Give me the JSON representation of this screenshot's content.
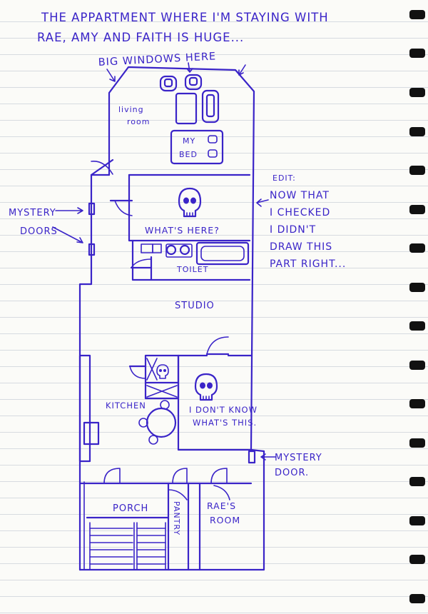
{
  "header": {
    "line1": "THE APPARTMENT WHERE I'M STAYING WITH",
    "line2": "RAE, AMY AND FAITH IS HUGE..."
  },
  "annotations": {
    "windows": "BIG WINDOWS HERE",
    "mystery_doors_1": "MYSTERY",
    "mystery_doors_2": "DOORS",
    "edit_1": "EDIT:",
    "edit_2": "NOW THAT",
    "edit_3": "I CHECKED",
    "edit_4": "I DIDN'T",
    "edit_5": "DRAW THIS",
    "edit_6": "PART RIGHT...",
    "mystery_door_1": "MYSTERY",
    "mystery_door_2": "DOOR."
  },
  "rooms": {
    "living_1": "living",
    "living_2": "room",
    "bed_1": "MY",
    "bed_2": "BED",
    "whats_here": "WHAT'S HERE?",
    "toilet": "TOILET",
    "studio": "STUDIO",
    "kitchen": "KITCHEN",
    "dont_know_1": "I DON'T KNOW",
    "dont_know_2": "WHAT'S THIS.",
    "porch": "PORCH",
    "pantry": "PANTRY",
    "raes_1": "RAE'S",
    "raes_2": "ROOM"
  },
  "colors": {
    "ink": "#3a24c8",
    "paper": "#fbfbf8",
    "rule": "#d7dbe0",
    "binding": "#111111"
  },
  "icons": [
    "skull-icon",
    "arrow-icon",
    "door-swing-icon",
    "armchair-icon",
    "table-icon",
    "bathtub-icon",
    "sink-icon"
  ]
}
